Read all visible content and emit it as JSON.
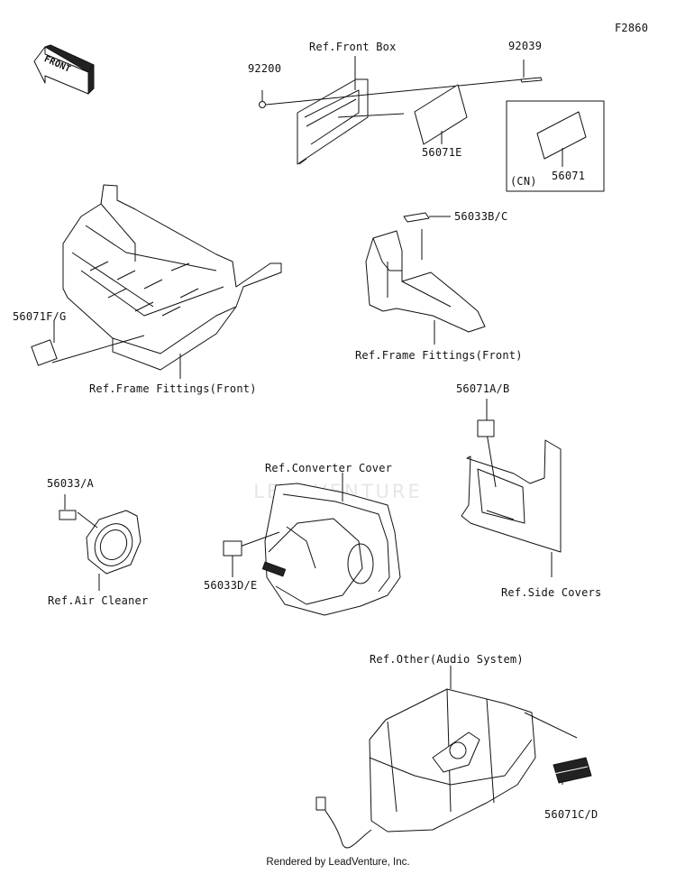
{
  "figure_code": "F2860",
  "front_arrow": "FRONT",
  "labels": {
    "ref_front_box": "Ref.Front Box",
    "p92200": "92200",
    "p92039": "92039",
    "p56071E": "56071E",
    "cn": "(CN)",
    "p56071": "56071",
    "p56033BC": "56033B/C",
    "p56071FG": "56071F/G",
    "ref_frame_fittings_left": "Ref.Frame Fittings(Front)",
    "ref_frame_fittings_right": "Ref.Frame Fittings(Front)",
    "p56071AB": "56071A/B",
    "p56033A": "56033/A",
    "ref_converter_cover": "Ref.Converter Cover",
    "p56033DE": "56033D/E",
    "ref_air_cleaner": "Ref.Air Cleaner",
    "ref_side_covers": "Ref.Side Covers",
    "ref_other_audio": "Ref.Other(Audio System)",
    "p56071CD": "56071C/D"
  },
  "watermark": "LEADVENTURE",
  "credit": "Rendered by LeadVenture, Inc."
}
